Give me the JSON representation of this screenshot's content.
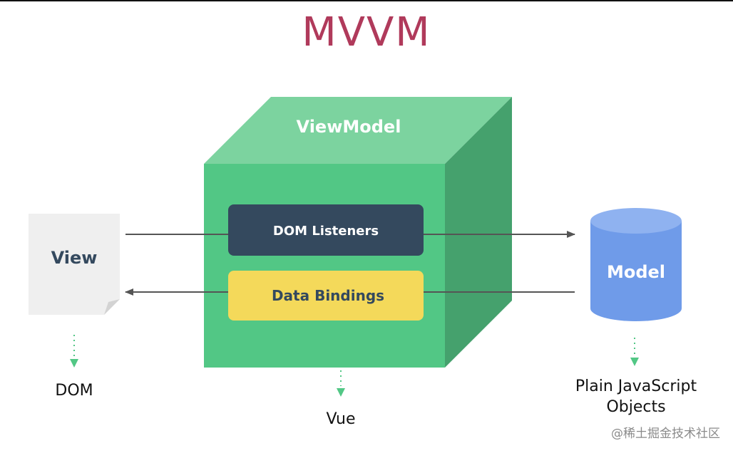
{
  "title": "MVVM",
  "viewmodel": {
    "label": "ViewModel",
    "dom_listeners": "DOM Listeners",
    "data_bindings": "Data Bindings",
    "caption": "Vue"
  },
  "view": {
    "label": "View",
    "caption": "DOM"
  },
  "model": {
    "label": "Model",
    "caption_line1": "Plain JavaScript",
    "caption_line2": "Objects"
  },
  "watermark": "@稀土掘金技术社区",
  "colors": {
    "title": "#b03a5b",
    "cube_front": "#52c785",
    "cube_top": "#7cd39f",
    "cube_side": "#45a16d",
    "dom_listeners_box": "#34495e",
    "data_bindings_box": "#f4d95a",
    "view_page": "#efefef",
    "model_db": "#6f9be9",
    "dotted_arrow": "#52c785",
    "connector": "#555555"
  }
}
